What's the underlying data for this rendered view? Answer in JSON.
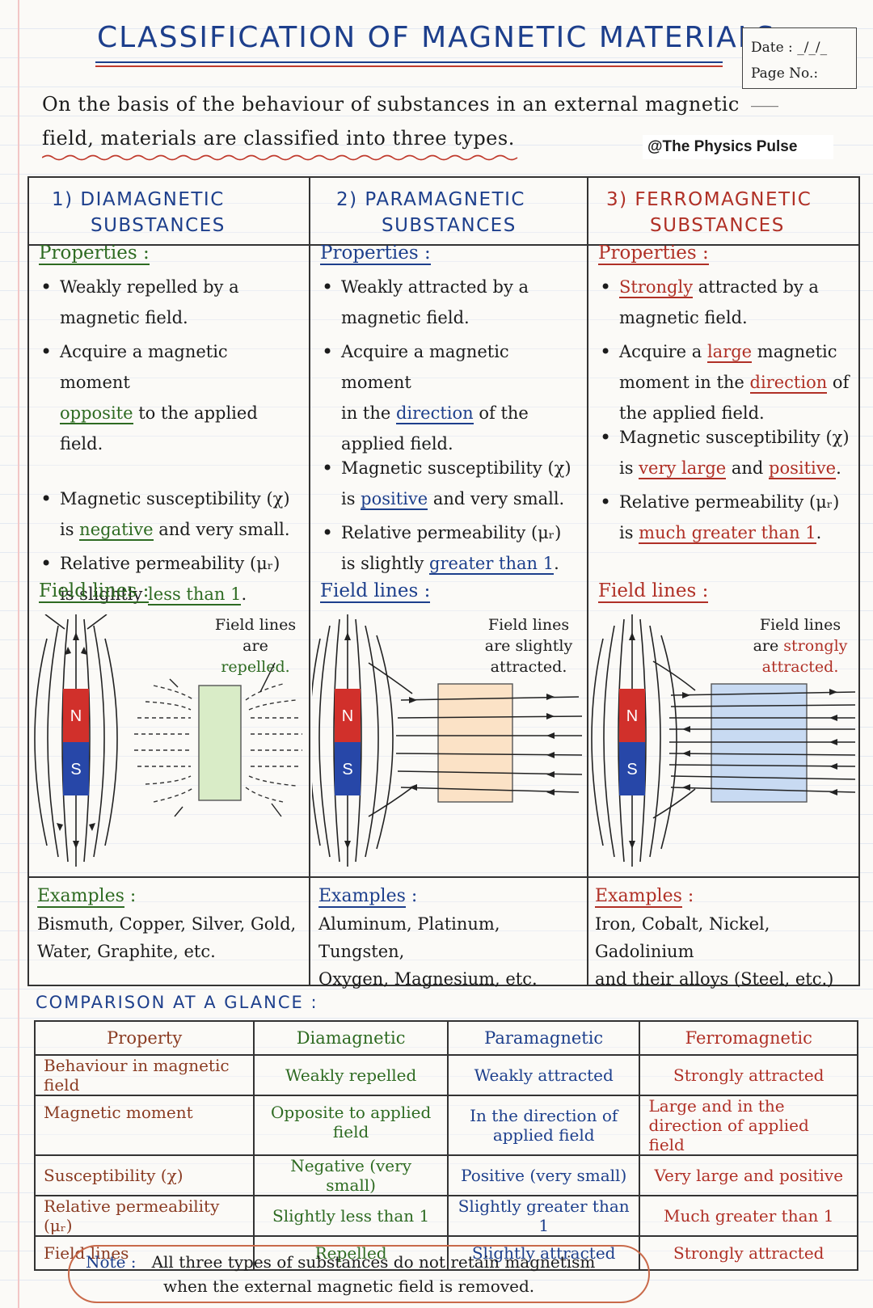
{
  "title": "CLASSIFICATION OF MAGNETIC MATERIALS",
  "date_box": {
    "date_label": "Date : _/_/_",
    "page_label": "Page No.: ____"
  },
  "intro": {
    "line1": "On the basis of the behaviour of substances in an external magnetic",
    "line2": "field, materials are classified into three types."
  },
  "watermark": "@The Physics Pulse",
  "accent_colors": {
    "dia": "#2e6b22",
    "para": "#1d3f8c",
    "ferro": "#b03026",
    "magnet_n": "#d1302b",
    "magnet_s": "#2747a8"
  },
  "columns": [
    {
      "head1": "1) DIAMAGNETIC",
      "head2": "SUBSTANCES",
      "properties_label": "Properties :",
      "b1a": "Weakly repelled by a",
      "b1b": "magnetic field.",
      "b2a": "Acquire a magnetic moment",
      "b2b_ul": "opposite",
      "b2b_rest": " to the applied field.",
      "b2c": "",
      "b3a": "Magnetic susceptibility (χ)",
      "b3b_pre": "is ",
      "b3b_ul": "negative",
      "b3b_post": " and very small.",
      "b4a": "Relative permeability (μᵣ)",
      "b4b_pre": "is slightly ",
      "b4b_ul": "less than 1",
      "b4b_post": ".",
      "field_label": "Field lines :",
      "fl1": "Field lines",
      "fl2": "are",
      "fl3": "repelled.",
      "n_label": "N",
      "s_label": "S",
      "examples_label": "Examples",
      "ex1": "Bismuth, Copper, Silver, Gold,",
      "ex2": "Water, Graphite, etc."
    },
    {
      "head1": "2) PARAMAGNETIC",
      "head2": "SUBSTANCES",
      "properties_label": "Properties :",
      "b1a": "Weakly attracted by a",
      "b1b": "magnetic field.",
      "b2a": "Acquire a magnetic moment",
      "b2b_pre": "in the ",
      "b2b_ul": "direction",
      "b2b_post": " of the",
      "b2c": "applied field.",
      "b3a": "Magnetic susceptibility (χ)",
      "b3b_pre": "is ",
      "b3b_ul": "positive",
      "b3b_post": " and very small.",
      "b4a": "Relative permeability (μᵣ)",
      "b4b_pre": "is slightly ",
      "b4b_ul": "greater than 1",
      "b4b_post": ".",
      "field_label": "Field lines :",
      "fl1": "Field lines",
      "fl2": "are slightly",
      "fl3": "attracted.",
      "n_label": "N",
      "s_label": "S",
      "examples_label": "Examples",
      "ex1": "Aluminum, Platinum, Tungsten,",
      "ex2": "Oxygen, Magnesium, etc."
    },
    {
      "head1": "3) FERROMAGNETIC",
      "head2": "SUBSTANCES",
      "properties_label": "Properties :",
      "b1a_ul": "Strongly",
      "b1a_rest": " attracted by a",
      "b1b": "magnetic field.",
      "b2a_pre": "Acquire a ",
      "b2a_ul": "large",
      "b2a_post": " magnetic",
      "b2b_pre": "moment in the ",
      "b2b_ul": "direction",
      "b2b_post": " of",
      "b2c": "the applied field.",
      "b3a": "Magnetic susceptibility (χ)",
      "b3b_pre": "is ",
      "b3b_ul": "very large",
      "b3b_mid": " and ",
      "b3b_ul2": "positive",
      "b3b_post": ".",
      "b4a": "Relative permeability (μᵣ)",
      "b4b_pre": "is ",
      "b4b_ul": "much greater than 1",
      "b4b_post": ".",
      "field_label": "Field lines :",
      "fl1": "Field lines",
      "fl2_pre": "are ",
      "fl2_col": "strongly",
      "fl3": "attracted.",
      "n_label": "N",
      "s_label": "S",
      "examples_label": "Examples",
      "ex1": "Iron, Cobalt, Nickel, Gadolinium",
      "ex2": "and their alloys (Steel, etc.)"
    }
  ],
  "comparison": {
    "title": "COMPARISON AT A GLANCE :",
    "headers": [
      "Property",
      "Diamagnetic",
      "Paramagnetic",
      "Ferromagnetic"
    ],
    "rows": [
      [
        "Behaviour in magnetic field",
        "Weakly repelled",
        "Weakly attracted",
        "Strongly attracted"
      ],
      [
        "Magnetic moment",
        "Opposite to applied field",
        "In the direction of applied field",
        "Large and in the direction of applied field"
      ],
      [
        "Susceptibility (χ)",
        "Negative (very small)",
        "Positive (very small)",
        "Very large and positive"
      ],
      [
        "Relative permeability (μᵣ)",
        "Slightly less than 1",
        "Slightly greater than 1",
        "Much greater than 1"
      ],
      [
        "Field lines",
        "Repelled",
        "Slightly attracted",
        "Strongly attracted"
      ]
    ]
  },
  "note": {
    "label": "Note :",
    "line1": "All three types of substances do not retain magnetism",
    "line2": "when the external magnetic field is removed."
  }
}
